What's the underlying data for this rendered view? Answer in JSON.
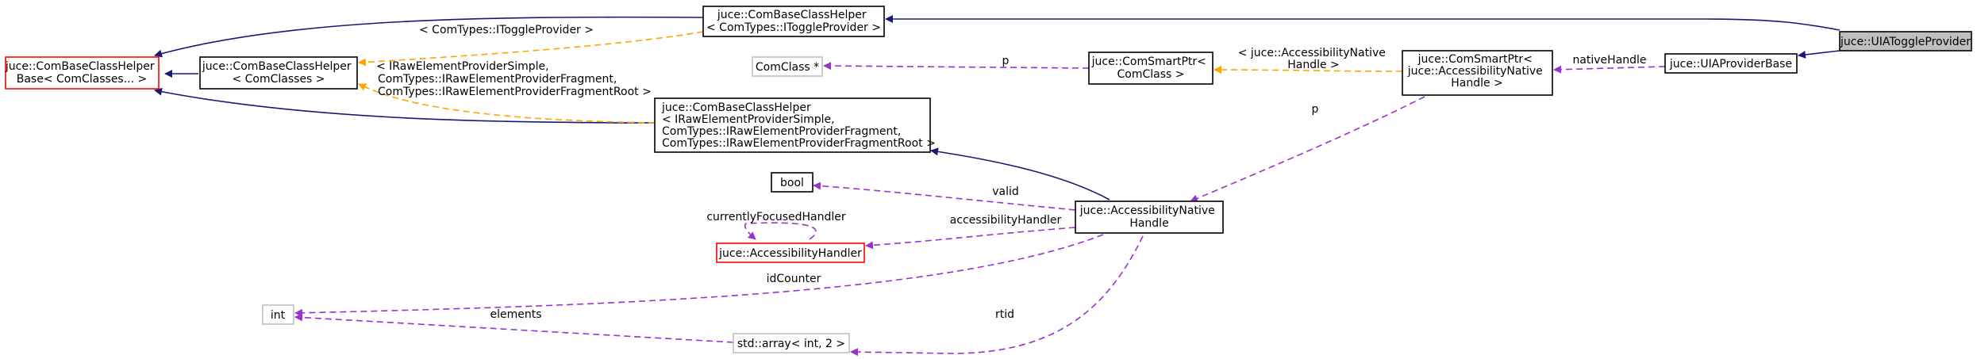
{
  "colors": {
    "inheritance": "#191970",
    "member": "#9a32cd",
    "template": "#ffa500",
    "node_border_normal": "#000000",
    "node_border_truncated": "#ff0000",
    "node_border_external": "#bfbfbf",
    "node_fill_focus": "#bfbfbf",
    "node_fill": "#ffffff"
  },
  "nodes": {
    "ui_toggle_provider": {
      "lines": [
        "juce::UIAToggleProvider"
      ]
    },
    "ui_provider_base": {
      "lines": [
        "juce::UIAProviderBase"
      ]
    },
    "com_base_itoggle": {
      "lines": [
        "juce::ComBaseClassHelper",
        "< ComTypes::IToggleProvider >"
      ]
    },
    "com_base_helper_base": {
      "lines": [
        "juce::ComBaseClassHelper",
        "Base< ComClasses... >"
      ]
    },
    "com_base_comclasses": {
      "lines": [
        "juce::ComBaseClassHelper",
        "< ComClasses >"
      ]
    },
    "com_base_irawelement": {
      "lines": [
        "juce::ComBaseClassHelper",
        "< IRawElementProviderSimple,",
        " ComTypes::IRawElementProviderFragment,",
        " ComTypes::IRawElementProviderFragmentRoot >"
      ]
    },
    "comclass_ptr": {
      "lines": [
        "ComClass *"
      ]
    },
    "com_smart_ptr_comclass": {
      "lines": [
        "juce::ComSmartPtr<",
        "ComClass >"
      ]
    },
    "com_smart_ptr_native": {
      "lines": [
        "juce::ComSmartPtr<",
        " juce::AccessibilityNative",
        "Handle >"
      ]
    },
    "bool_node": {
      "lines": [
        "bool"
      ]
    },
    "accessibility_native_handle": {
      "lines": [
        "juce::AccessibilityNative",
        "Handle"
      ]
    },
    "accessibility_handler": {
      "lines": [
        "juce::AccessibilityHandler"
      ]
    },
    "int_node": {
      "lines": [
        "int"
      ]
    },
    "std_array": {
      "lines": [
        "std::array< int, 2 >"
      ]
    }
  },
  "edges": {
    "template_itoggle": [
      "< ComTypes::IToggleProvider >"
    ],
    "template_irawelement": [
      "< IRawElementProviderSimple,",
      "ComTypes::IRawElementProviderFragment,",
      "ComTypes::IRawElementProviderFragmentRoot >"
    ],
    "template_native": [
      "< juce::AccessibilityNative",
      "Handle >"
    ],
    "p_comclass": [
      "p"
    ],
    "native_handle": [
      "nativeHandle"
    ],
    "p_native": [
      "p"
    ],
    "valid": [
      "valid"
    ],
    "accessibility_handler": [
      "accessibilityHandler"
    ],
    "currently_focused": [
      "currentlyFocusedHandler"
    ],
    "id_counter": [
      "idCounter"
    ],
    "elements": [
      "elements"
    ],
    "rtid": [
      "rtid"
    ]
  }
}
